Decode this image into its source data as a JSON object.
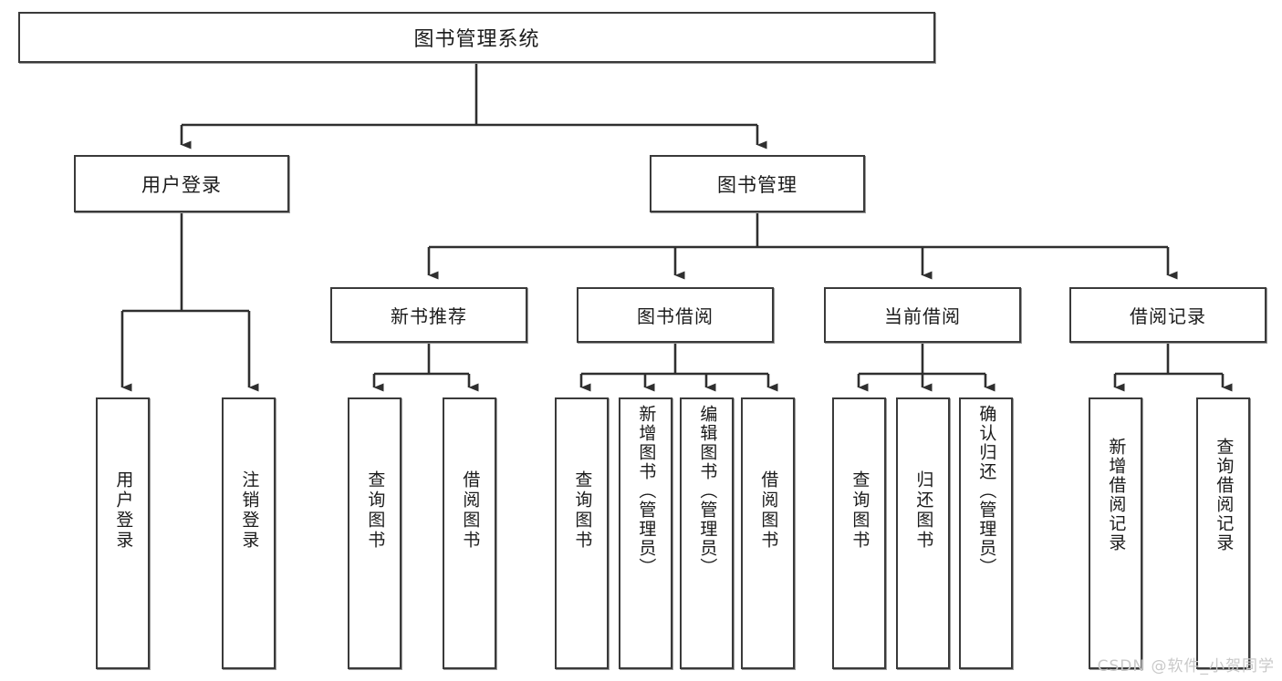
{
  "diagram": {
    "type": "tree-hierarchy",
    "title_node": {
      "label": "图书管理系统"
    },
    "level2": [
      {
        "id": "user-login",
        "label": "用户登录"
      },
      {
        "id": "book-manage",
        "label": "图书管理"
      }
    ],
    "level3": [
      {
        "id": "new-book-recommend",
        "label": "新书推荐"
      },
      {
        "id": "book-borrow",
        "label": "图书借阅"
      },
      {
        "id": "current-borrow",
        "label": "当前借阅"
      },
      {
        "id": "borrow-record",
        "label": "借阅记录"
      }
    ],
    "leaves": [
      {
        "id": "leaf-user-login",
        "parent": "user-login",
        "label": "用户登录"
      },
      {
        "id": "leaf-logout-login",
        "parent": "user-login",
        "label": "注销登录"
      },
      {
        "id": "leaf-query-book-1",
        "parent": "new-book-recommend",
        "label": "查询图书"
      },
      {
        "id": "leaf-borrow-book-1",
        "parent": "new-book-recommend",
        "label": "借阅图书"
      },
      {
        "id": "leaf-query-book-2",
        "parent": "book-borrow",
        "label": "查询图书"
      },
      {
        "id": "leaf-add-book",
        "parent": "book-borrow",
        "label": "新增图书（管理员）"
      },
      {
        "id": "leaf-edit-book",
        "parent": "book-borrow",
        "label": "编辑图书（管理员）"
      },
      {
        "id": "leaf-borrow-book-2",
        "parent": "book-borrow",
        "label": "借阅图书"
      },
      {
        "id": "leaf-query-book-3",
        "parent": "current-borrow",
        "label": "查询图书"
      },
      {
        "id": "leaf-return-book",
        "parent": "current-borrow",
        "label": "归还图书"
      },
      {
        "id": "leaf-confirm-return",
        "parent": "current-borrow",
        "label": "确认归还（管理员）"
      },
      {
        "id": "leaf-add-borrow-record",
        "parent": "borrow-record",
        "label": "新增借阅记录"
      },
      {
        "id": "leaf-query-borrow-record",
        "parent": "borrow-record",
        "label": "查询借阅记录"
      }
    ],
    "colors": {
      "border": "#3a3a3a",
      "background": "#ffffff",
      "text": "#1b1b1b",
      "connector": "#2f2f2f",
      "watermark": "#c9c9c9"
    }
  },
  "watermark": {
    "text": "CSDN @软件_小贺同学"
  }
}
